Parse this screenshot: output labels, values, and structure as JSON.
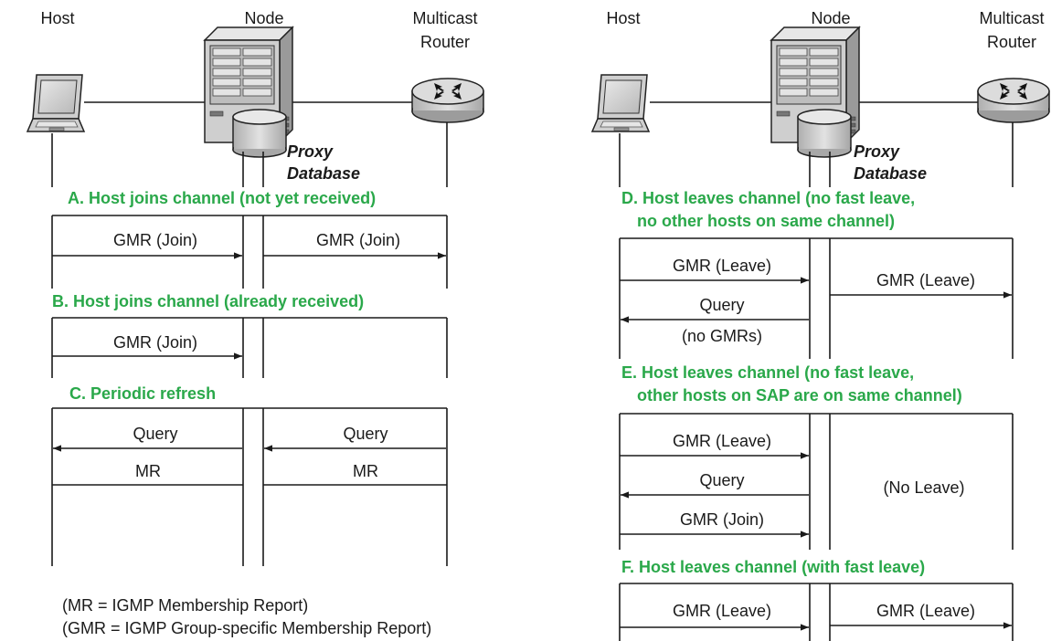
{
  "colors": {
    "caption": "#2aa84a",
    "line": "#1a1a1a",
    "device": "#d4d4d4"
  },
  "icons": [
    "laptop-icon",
    "node-server-icon",
    "database-icon",
    "router-icon"
  ],
  "left": {
    "host_label": "Host",
    "node_label": "Node",
    "router_label_line1": "Multicast",
    "router_label_line2": "Router",
    "proxy_line1": "Proxy",
    "proxy_line2": "Database",
    "scenarios": {
      "a": {
        "caption": "A. Host joins channel (not yet received)",
        "msg1": "GMR (Join)",
        "msg2": "GMR (Join)"
      },
      "b": {
        "caption": "B. Host joins channel (already received)",
        "msg1": "GMR (Join)"
      },
      "c": {
        "caption": "C. Periodic refresh",
        "msg1": "Query",
        "msg2": "Query",
        "msg3": "MR",
        "msg4": "MR"
      }
    },
    "legend": {
      "line1": "(MR = IGMP Membership Report)",
      "line2": "(GMR = IGMP Group-specific Membership Report)"
    }
  },
  "right": {
    "host_label": "Host",
    "node_label": "Node",
    "router_label_line1": "Multicast",
    "router_label_line2": "Router",
    "proxy_line1": "Proxy",
    "proxy_line2": "Database",
    "scenarios": {
      "d": {
        "caption_line1": "D. Host leaves channel (no fast leave,",
        "caption_line2": "no other hosts on same channel)",
        "msg1": "GMR (Leave)",
        "msg2": "GMR (Leave)",
        "msg3": "Query",
        "note": "(no GMRs)"
      },
      "e": {
        "caption_line1": "E. Host leaves channel (no fast leave,",
        "caption_line2": "other hosts on SAP are on same channel)",
        "msg1": "GMR (Leave)",
        "msg2": "Query",
        "msg3": "GMR (Join)",
        "note": "(No Leave)"
      },
      "f": {
        "caption": "F. Host leaves channel (with fast leave)",
        "msg1": "GMR (Leave)",
        "msg2": "GMR (Leave)"
      }
    }
  }
}
